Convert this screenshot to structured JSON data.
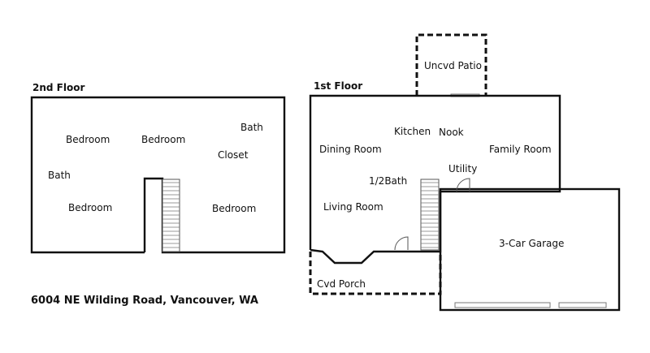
{
  "second_floor": {
    "heading": "2nd Floor",
    "rooms": {
      "bedroom_1": "Bedroom",
      "bedroom_2": "Bedroom",
      "bedroom_3": "Bedroom",
      "bedroom_4": "Bedroom",
      "bath_1": "Bath",
      "bath_2": "Bath",
      "closet": "Closet"
    }
  },
  "first_floor": {
    "heading": "1st Floor",
    "rooms": {
      "kitchen": "Kitchen",
      "nook": "Nook",
      "dining_room": "Dining Room",
      "family_room": "Family Room",
      "utility": "Utility",
      "half_bath": "1/2Bath",
      "living_room": "Living Room",
      "garage": "3-Car Garage",
      "covered_porch": "Cvd Porch",
      "uncovered_patio": "Uncvd Patio"
    }
  },
  "address": "6004 NE Wilding Road, Vancouver, WA"
}
